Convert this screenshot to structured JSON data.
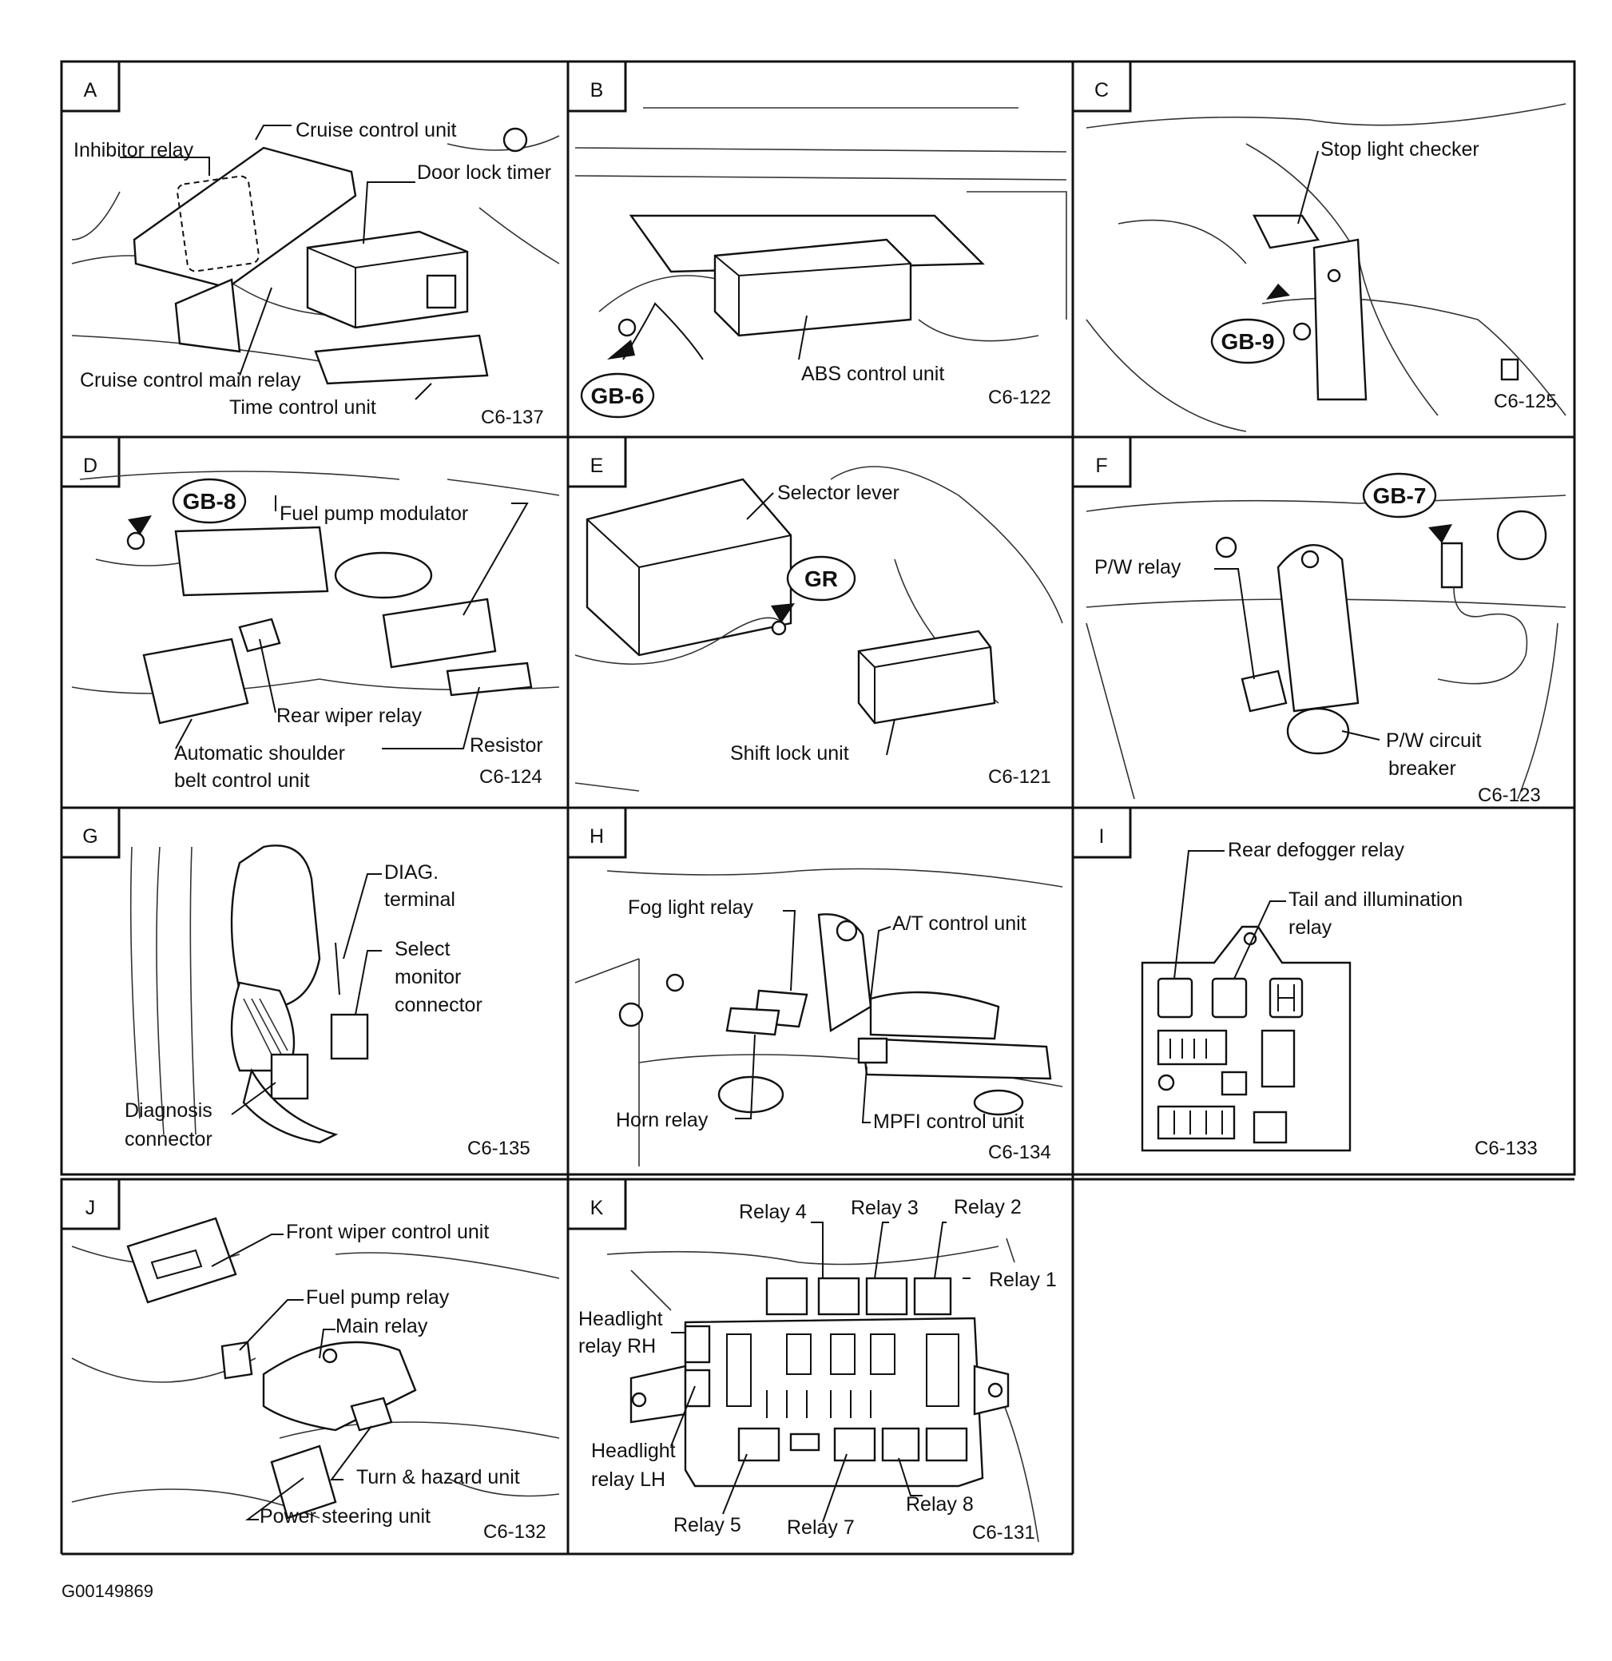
{
  "footer_code": "G00149869",
  "panels": {
    "A": {
      "letter": "A",
      "code": "C6-137",
      "labels": {
        "cruise_control_unit": "Cruise control unit",
        "inhibitor_relay": "Inhibitor relay",
        "door_lock_timer": "Door lock timer",
        "cruise_control_main_relay": "Cruise control main relay",
        "time_control_unit": "Time control unit"
      }
    },
    "B": {
      "letter": "B",
      "code": "C6-122",
      "ground": "GB-6",
      "labels": {
        "abs_control_unit": "ABS control unit"
      }
    },
    "C": {
      "letter": "C",
      "code": "C6-125",
      "ground": "GB-9",
      "labels": {
        "stop_light_checker": "Stop light checker"
      }
    },
    "D": {
      "letter": "D",
      "code": "C6-124",
      "ground": "GB-8",
      "labels": {
        "fuel_pump_modulator": "Fuel pump modulator",
        "rear_wiper_relay": "Rear wiper relay",
        "automatic_shoulder_1": "Automatic shoulder",
        "automatic_shoulder_2": "belt control unit",
        "resistor": "Resistor"
      }
    },
    "E": {
      "letter": "E",
      "code": "C6-121",
      "ground": "GR",
      "labels": {
        "selector_lever": "Selector lever",
        "shift_lock_unit": "Shift lock unit"
      }
    },
    "F": {
      "letter": "F",
      "code": "C6-123",
      "ground": "GB-7",
      "labels": {
        "pw_relay": "P/W relay",
        "pw_breaker_1": "P/W circuit",
        "pw_breaker_2": "breaker"
      }
    },
    "G": {
      "letter": "G",
      "code": "C6-135",
      "labels": {
        "diag_1": "DIAG.",
        "diag_2": "terminal",
        "select_1": "Select",
        "select_2": "monitor",
        "select_3": "connector",
        "diagnosis_1": "Diagnosis",
        "diagnosis_2": "connector"
      }
    },
    "H": {
      "letter": "H",
      "code": "C6-134",
      "labels": {
        "fog_light_relay": "Fog light relay",
        "at_control_unit": "A/T control unit",
        "horn_relay": "Horn relay",
        "mpfi_control_unit": "MPFI control unit"
      }
    },
    "I": {
      "letter": "I",
      "code": "C6-133",
      "labels": {
        "rear_defogger_relay": "Rear defogger relay",
        "tail_1": "Tail and illumination",
        "tail_2": "relay"
      }
    },
    "J": {
      "letter": "J",
      "code": "C6-132",
      "labels": {
        "front_wiper": "Front wiper control unit",
        "fuel_pump_relay": "Fuel pump relay",
        "main_relay": "Main relay",
        "turn_hazard": "Turn & hazard unit",
        "power_steering": "Power steering unit"
      }
    },
    "K": {
      "letter": "K",
      "code": "C6-131",
      "labels": {
        "relay_4": "Relay 4",
        "relay_3": "Relay 3",
        "relay_2": "Relay 2",
        "relay_1": "Relay 1",
        "headlight_rh_1": "Headlight",
        "headlight_rh_2": "relay RH",
        "headlight_lh_1": "Headlight",
        "headlight_lh_2": "relay LH",
        "relay_5": "Relay 5",
        "relay_7": "Relay 7",
        "relay_8": "Relay 8"
      }
    }
  }
}
